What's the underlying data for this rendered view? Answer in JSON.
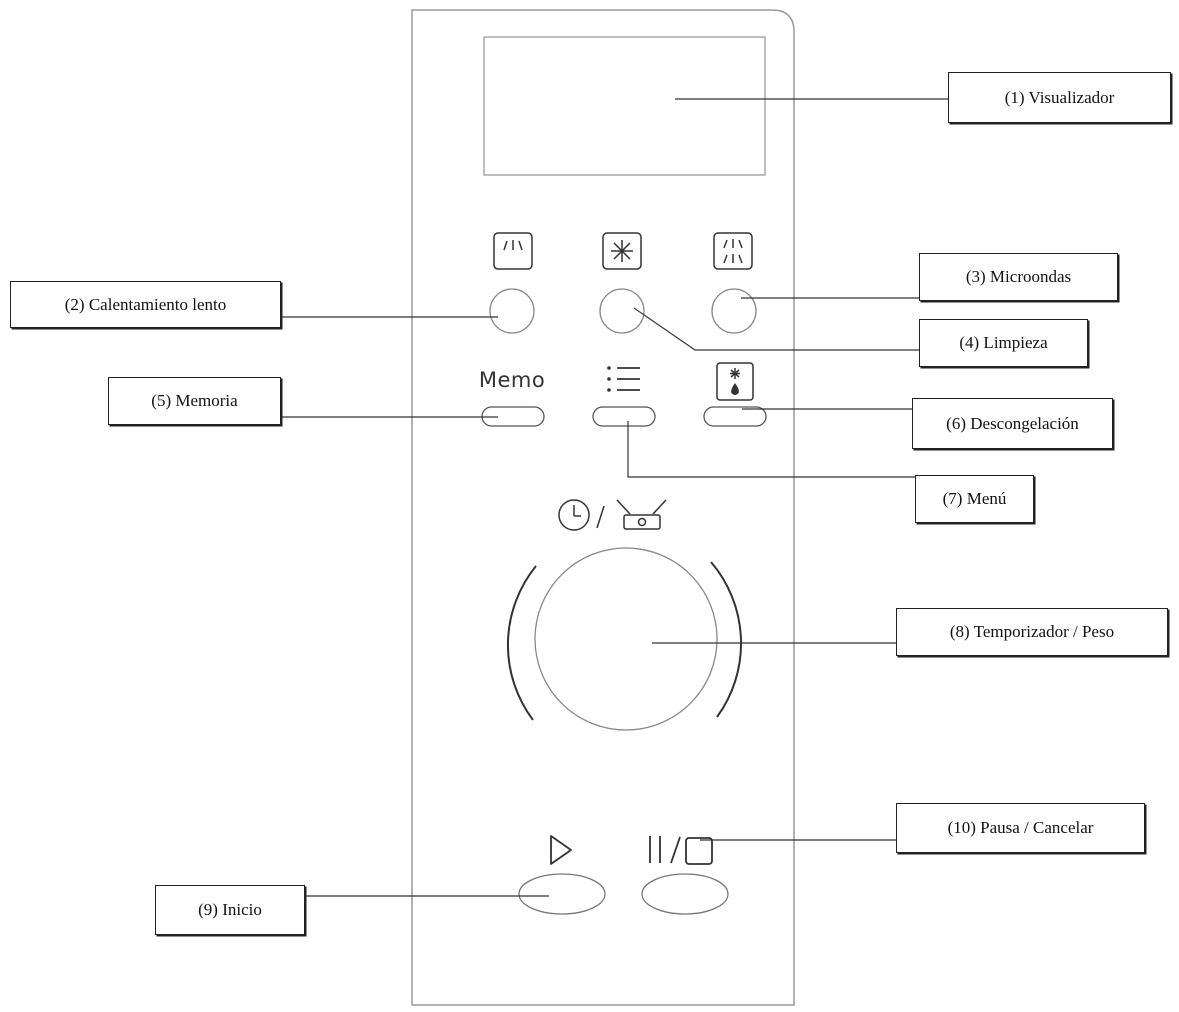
{
  "panel": {
    "memo_text": "Memo"
  },
  "callouts": {
    "visualizador": "(1) Visualizador",
    "calentamiento_lento": "(2) Calentamiento lento",
    "microondas": "(3) Microondas",
    "limpieza": "(4) Limpieza",
    "memoria": "(5) Memoria",
    "descongelacion": "(6) Descongelación",
    "menu": "(7) Menú",
    "temporizador_peso": "(8) Temporizador / Peso",
    "inicio": "(9) Inicio",
    "pausa_cancelar": "(10) Pausa / Cancelar"
  },
  "icons": [
    "slow-heat-icon",
    "cleaning-sparkle-icon",
    "microwave-icon",
    "defrost-icon",
    "menu-list-icon",
    "clock-icon",
    "weight-icon",
    "play-icon",
    "pause-stop-icon"
  ],
  "colors": {
    "line": "#333333",
    "panel_border": "#9a9a9a"
  }
}
